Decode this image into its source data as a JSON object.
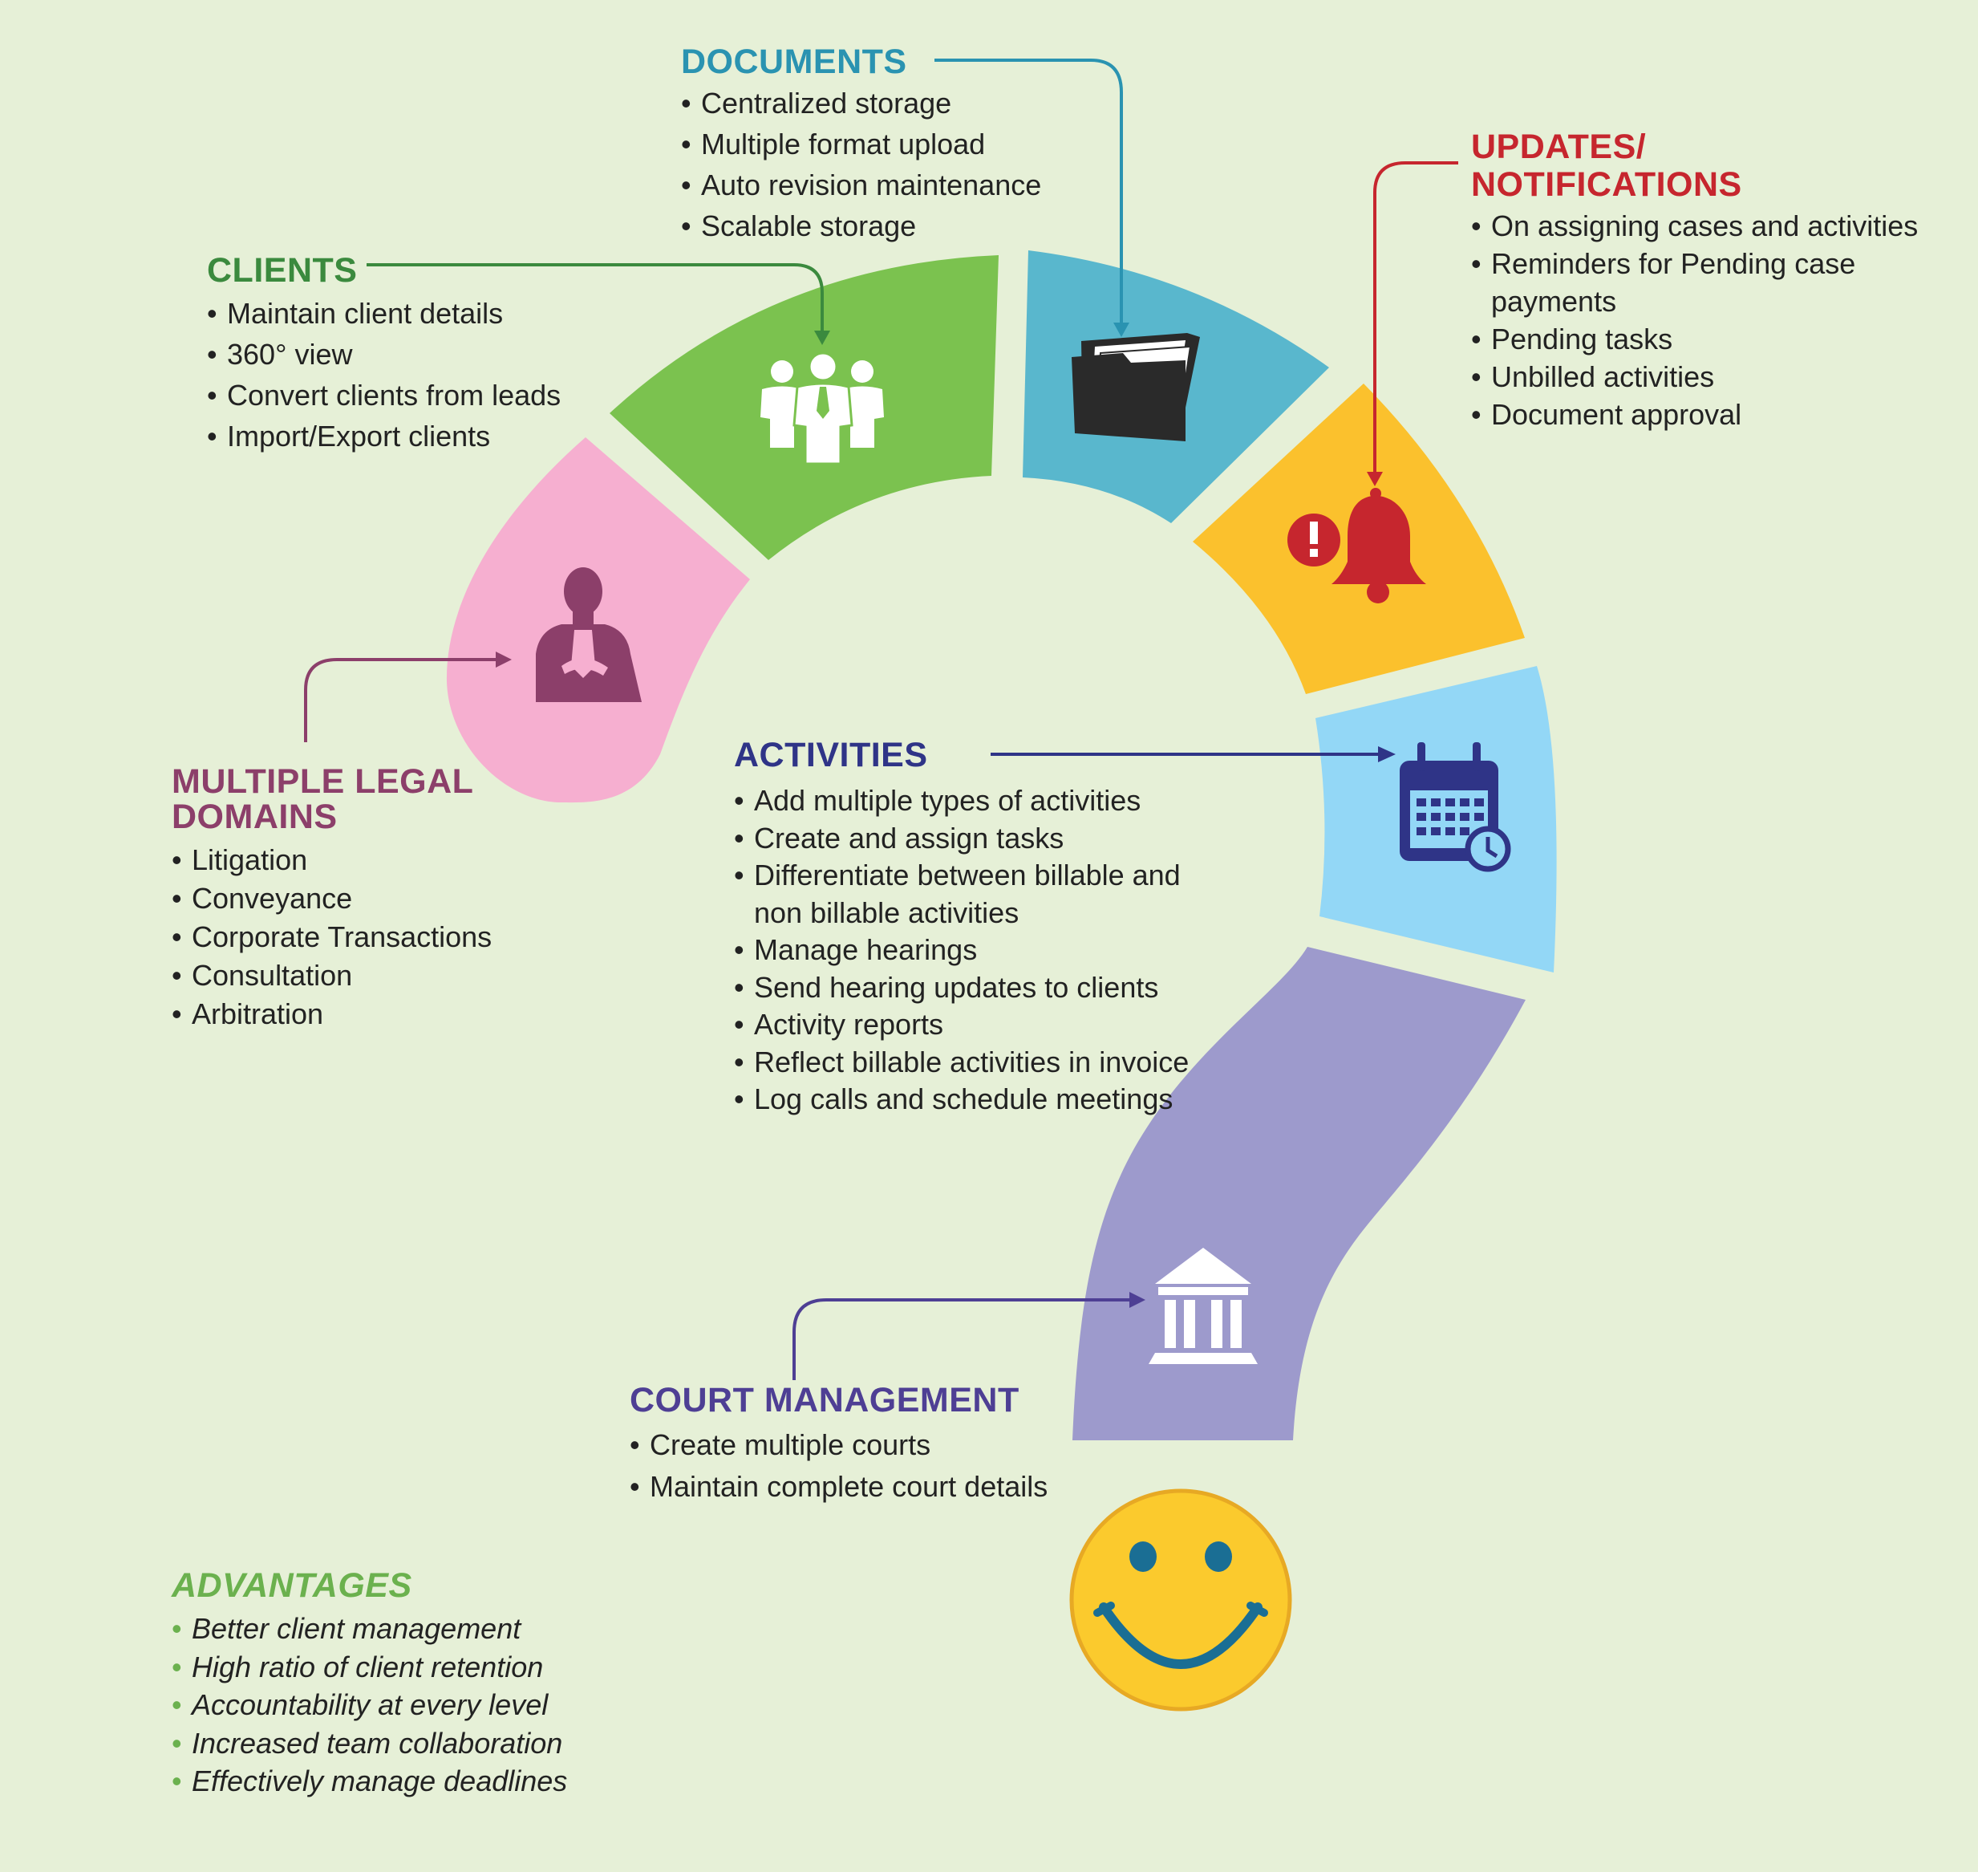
{
  "colors": {
    "background": "#e6f0d7",
    "clients": "#3b8a3e",
    "documents": "#2a93b1",
    "updates": "#c6262e",
    "activities": "#2f3487",
    "legal": "#8c3f6a",
    "court": "#4e3f94",
    "advantages": "#6bb14e",
    "segment_green": "#7bc24f",
    "segment_teal": "#59b7cd",
    "segment_yellow": "#fbc12d",
    "segment_lightblue": "#93d7f6",
    "segment_purple": "#9d9acc",
    "segment_pink": "#f6afd0"
  },
  "icons": {
    "clients": "people-group-icon",
    "documents": "folder-icon",
    "updates": "bell-alert-icon",
    "activities": "calendar-clock-icon",
    "court": "courthouse-icon",
    "legal": "lawyer-icon",
    "smiley": "smiley-face-icon"
  },
  "clients": {
    "title": "CLIENTS",
    "items": [
      "Maintain client details",
      "360° view",
      "Convert clients from leads",
      "Import/Export clients"
    ]
  },
  "documents": {
    "title": "DOCUMENTS",
    "items": [
      "Centralized storage",
      "Multiple format upload",
      "Auto revision maintenance",
      "Scalable storage"
    ]
  },
  "updates": {
    "title_line1": "UPDATES/",
    "title_line2": "NOTIFICATIONS",
    "items": [
      "On assigning cases and activities",
      "Reminders for Pending case payments",
      "Pending tasks",
      "Unbilled activities",
      "Document approval"
    ]
  },
  "legal": {
    "title_line1": "MULTIPLE LEGAL",
    "title_line2": "DOMAINS",
    "items": [
      "Litigation",
      "Conveyance",
      "Corporate Transactions",
      "Consultation",
      "Arbitration"
    ]
  },
  "activities": {
    "title": "ACTIVITIES",
    "items": [
      "Add multiple types of activities",
      "Create and assign tasks",
      "Differentiate between billable and",
      "non billable activities",
      "Manage hearings",
      "Send hearing updates to clients",
      "Activity reports",
      "Reflect billable activities in invoice",
      "Log calls and schedule meetings"
    ]
  },
  "court": {
    "title": "COURT MANAGEMENT",
    "items": [
      "Create multiple courts",
      "Maintain complete court details"
    ]
  },
  "advantages": {
    "title": "ADVANTAGES",
    "items": [
      "Better client management",
      "High ratio of client retention",
      "Accountability at every level",
      "Increased team collaboration",
      "Effectively manage deadlines"
    ]
  }
}
